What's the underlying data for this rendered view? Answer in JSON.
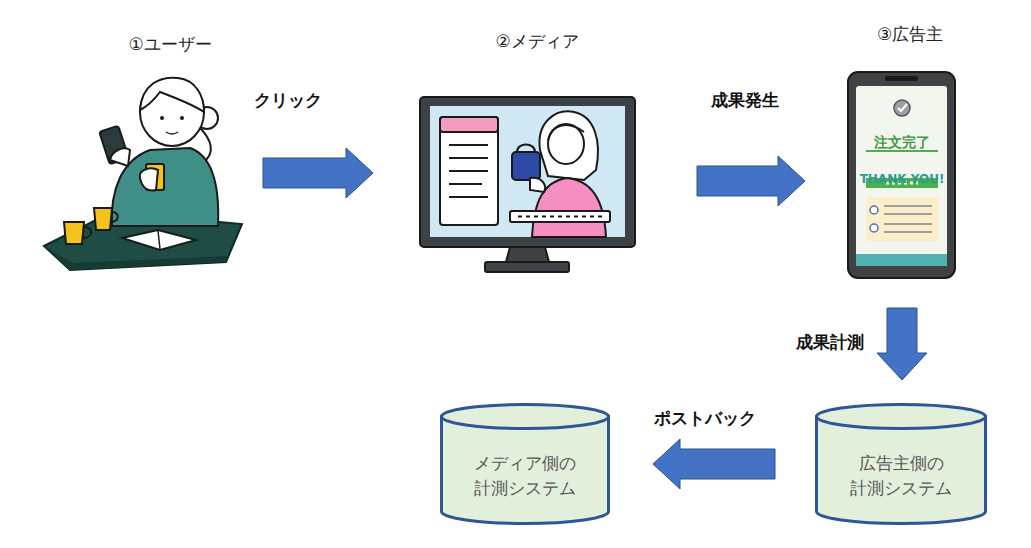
{
  "diagram": {
    "nodes": [
      {
        "text": [
          "①ユーザー"
        ]
      },
      {
        "text": [
          "②メディア"
        ]
      },
      {
        "text": [
          "③広告主",
          "注文完了",
          "THANK YOU!"
        ]
      },
      {
        "text": [
          "メディア側の 計測システム"
        ]
      },
      {
        "text": [
          "広告主側の 計測システム"
        ]
      }
    ],
    "edges": [
      {
        "from": 0,
        "to": 1,
        "label": "クリック",
        "arrow": "to"
      },
      {
        "from": 1,
        "to": 2,
        "label": "成果発生",
        "arrow": "to"
      },
      {
        "from": 2,
        "to": 4,
        "label": "成果計測",
        "arrow": "to"
      },
      {
        "from": 4,
        "to": 3,
        "label": "ポストバック",
        "arrow": "to"
      }
    ]
  }
}
